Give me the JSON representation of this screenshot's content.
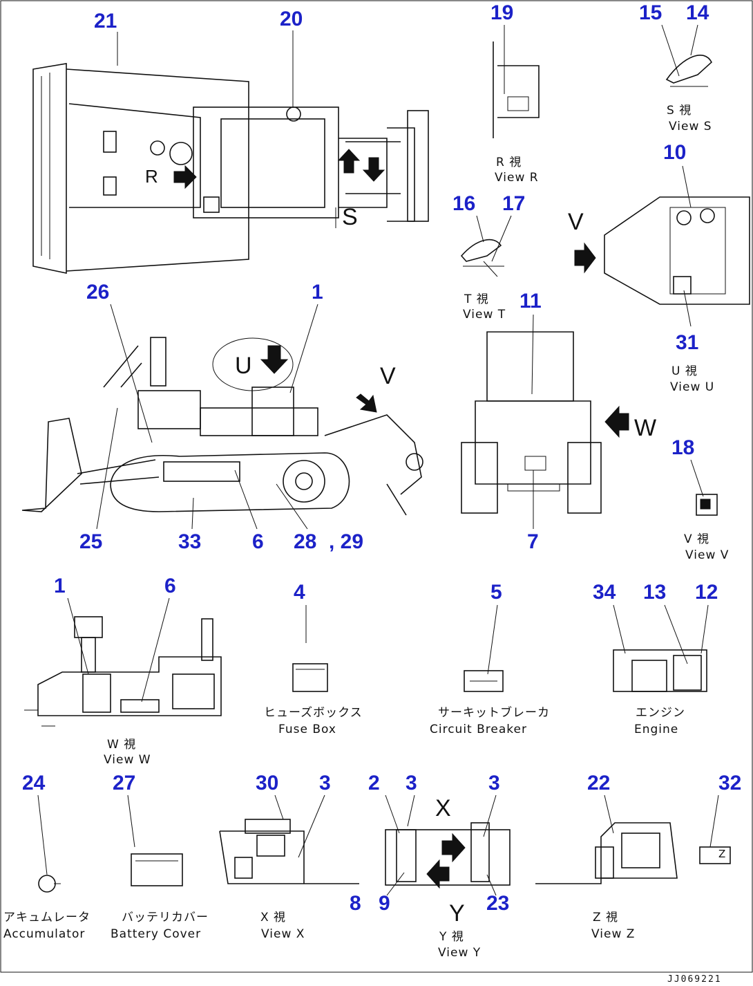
{
  "drawing_code": "JJ069221",
  "callouts": [
    {
      "key": "c21",
      "text": "21"
    },
    {
      "key": "c20",
      "text": "20"
    },
    {
      "key": "c19",
      "text": "19"
    },
    {
      "key": "c15",
      "text": "15"
    },
    {
      "key": "c14",
      "text": "14"
    },
    {
      "key": "c10",
      "text": "10"
    },
    {
      "key": "c16",
      "text": "16"
    },
    {
      "key": "c17",
      "text": "17"
    },
    {
      "key": "c26",
      "text": "26"
    },
    {
      "key": "c1a",
      "text": "1"
    },
    {
      "key": "c11",
      "text": "11"
    },
    {
      "key": "c31",
      "text": "31"
    },
    {
      "key": "c18",
      "text": "18"
    },
    {
      "key": "c25",
      "text": "25"
    },
    {
      "key": "c33",
      "text": "33"
    },
    {
      "key": "c6a",
      "text": "6"
    },
    {
      "key": "c28",
      "text": "28"
    },
    {
      "key": "c29",
      "text": ", 29"
    },
    {
      "key": "c7",
      "text": "7"
    },
    {
      "key": "c1b",
      "text": "1"
    },
    {
      "key": "c6b",
      "text": "6"
    },
    {
      "key": "c4",
      "text": "4"
    },
    {
      "key": "c5",
      "text": "5"
    },
    {
      "key": "c34",
      "text": "34"
    },
    {
      "key": "c13",
      "text": "13"
    },
    {
      "key": "c12",
      "text": "12"
    },
    {
      "key": "c24",
      "text": "24"
    },
    {
      "key": "c27",
      "text": "27"
    },
    {
      "key": "c30",
      "text": "30"
    },
    {
      "key": "c3a",
      "text": "3"
    },
    {
      "key": "c2",
      "text": "2"
    },
    {
      "key": "c3b",
      "text": "3"
    },
    {
      "key": "c3c",
      "text": "3"
    },
    {
      "key": "c22",
      "text": "22"
    },
    {
      "key": "c32",
      "text": "32"
    },
    {
      "key": "c8",
      "text": "8"
    },
    {
      "key": "c9",
      "text": "9"
    },
    {
      "key": "c23",
      "text": "23"
    }
  ],
  "view_labels": [
    {
      "key": "viewR_jp",
      "text": "R 視"
    },
    {
      "key": "viewR_en",
      "text": "View R"
    },
    {
      "key": "viewS_jp",
      "text": "S 視"
    },
    {
      "key": "viewS_en",
      "text": "View S"
    },
    {
      "key": "viewT_jp",
      "text": "T 視"
    },
    {
      "key": "viewT_en",
      "text": "View T"
    },
    {
      "key": "viewU_jp",
      "text": "U 視"
    },
    {
      "key": "viewU_en",
      "text": "View U"
    },
    {
      "key": "viewV_jp",
      "text": "V 視"
    },
    {
      "key": "viewV_en",
      "text": "View V"
    },
    {
      "key": "viewW_jp",
      "text": "W 視"
    },
    {
      "key": "viewW_en",
      "text": "View W"
    },
    {
      "key": "fuse_jp",
      "text": "ヒューズボックス"
    },
    {
      "key": "fuse_en",
      "text": "Fuse Box"
    },
    {
      "key": "cb_jp",
      "text": "サーキットブレーカ"
    },
    {
      "key": "cb_en",
      "text": "Circuit Breaker"
    },
    {
      "key": "eng_jp",
      "text": "エンジン"
    },
    {
      "key": "eng_en",
      "text": "Engine"
    },
    {
      "key": "acc_jp",
      "text": "アキュムレータ"
    },
    {
      "key": "acc_en",
      "text": "Accumulator"
    },
    {
      "key": "bat_jp",
      "text": "バッテリカバー"
    },
    {
      "key": "bat_en",
      "text": "Battery Cover"
    },
    {
      "key": "viewX_jp",
      "text": "X 視"
    },
    {
      "key": "viewX_en",
      "text": "View X"
    },
    {
      "key": "viewY_jp",
      "text": "Y 視"
    },
    {
      "key": "viewY_en",
      "text": "View Y"
    },
    {
      "key": "viewZ_jp",
      "text": "Z 視"
    },
    {
      "key": "viewZ_en",
      "text": "View Z"
    }
  ],
  "view_letters": [
    {
      "key": "L_R",
      "text": "R"
    },
    {
      "key": "L_S",
      "text": "S"
    },
    {
      "key": "L_V1",
      "text": "V"
    },
    {
      "key": "L_U",
      "text": "U"
    },
    {
      "key": "L_V2",
      "text": "V"
    },
    {
      "key": "L_W",
      "text": "W"
    },
    {
      "key": "L_X",
      "text": "X"
    },
    {
      "key": "L_Z",
      "text": "Z"
    },
    {
      "key": "L_Y",
      "text": "Y"
    }
  ]
}
